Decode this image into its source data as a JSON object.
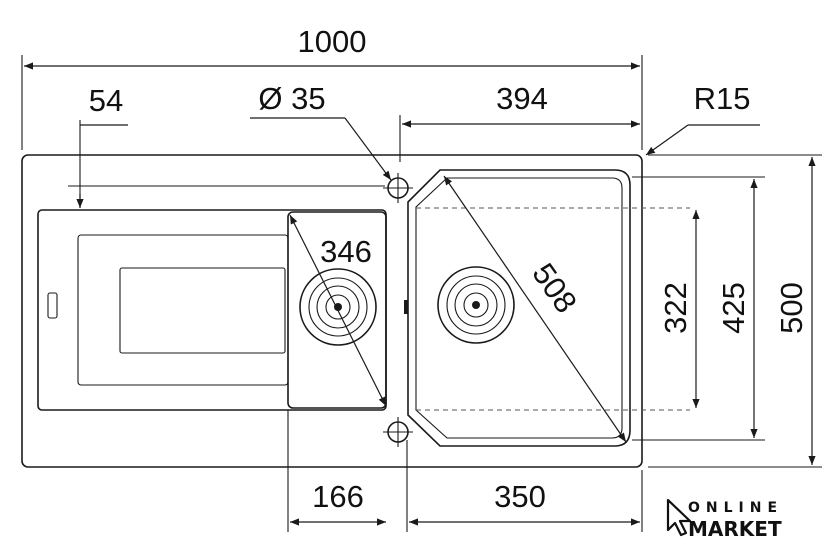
{
  "dimensions": {
    "overall_width": "1000",
    "drainer_offset": "54",
    "tap_hole": "Ø 35",
    "main_bowl_width": "394",
    "corner_radius": "R15",
    "small_bowl_diagonal": "346",
    "main_bowl_diagonal": "508",
    "bowl_depth_inner": "322",
    "bowl_depth_outer": "425",
    "overall_depth": "500",
    "small_bowl_width": "166",
    "main_bowl_bottom_width": "350"
  },
  "logo": {
    "line1": "ONLINE",
    "line2": "MARKET"
  },
  "colors": {
    "ink": "#1a1a1a",
    "background": "#ffffff"
  }
}
